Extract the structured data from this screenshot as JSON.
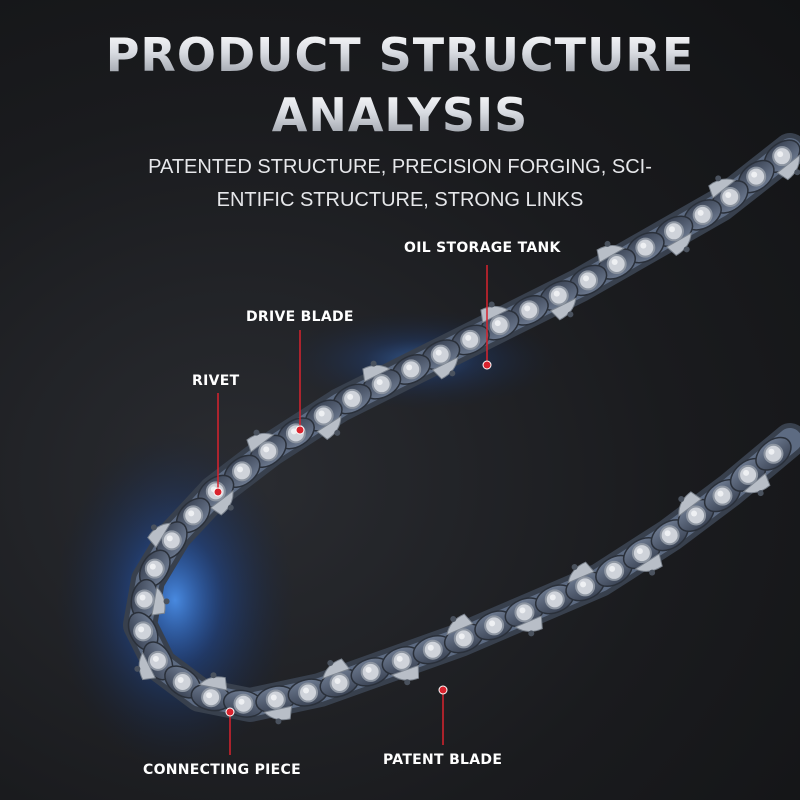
{
  "title": {
    "line1": "PRODUCT STRUCTURE",
    "line2": "ANALYSIS"
  },
  "subtitle": {
    "line1": "PATENTED STRUCTURE, PRECISION FORGING, SCI-",
    "line2": "ENTIFIC STRUCTURE, STRONG LINKS"
  },
  "callouts": {
    "oil_storage_tank": "OIL STORAGE TANK",
    "drive_blade": "DRIVE BLADE",
    "rivet": "RIVET",
    "connecting_piece": "CONNECTING PIECE",
    "patent_blade": "PATENT BLADE"
  },
  "colors": {
    "accent_line": "#d9232e",
    "glow": "#2e7bff"
  }
}
